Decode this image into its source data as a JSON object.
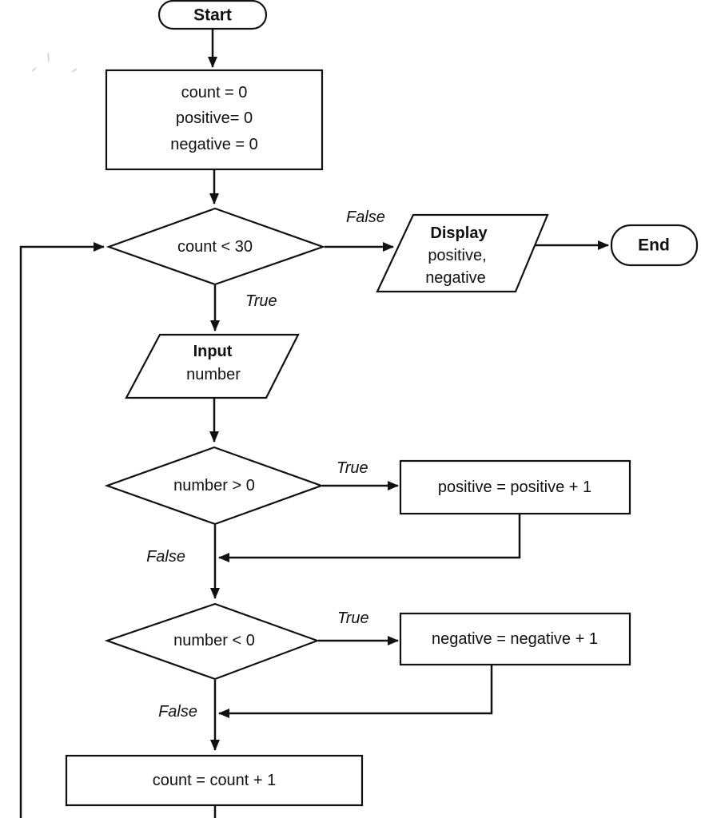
{
  "diagram": {
    "background_color": "#ffffff",
    "stroke_color": "#111111",
    "nodes": {
      "start": {
        "label": "Start"
      },
      "init": {
        "lines": [
          "count = 0",
          "positive= 0",
          "negative = 0"
        ]
      },
      "loop_decision": {
        "label": "count < 30"
      },
      "display": {
        "lines": [
          "Display",
          "positive,",
          "negative"
        ]
      },
      "end": {
        "label": "End"
      },
      "input": {
        "lines": [
          "Input",
          "number"
        ]
      },
      "positive_decision": {
        "label": "number > 0"
      },
      "positive_update": {
        "label": "positive = positive + 1"
      },
      "negative_decision": {
        "label": "number < 0"
      },
      "negative_update": {
        "label": "negative = negative + 1"
      },
      "count_update": {
        "label": "count = count + 1"
      }
    },
    "edge_labels": {
      "loop_false": "False",
      "loop_true": "True",
      "positive_true": "True",
      "positive_false": "False",
      "negative_true": "True",
      "negative_false": "False"
    }
  }
}
